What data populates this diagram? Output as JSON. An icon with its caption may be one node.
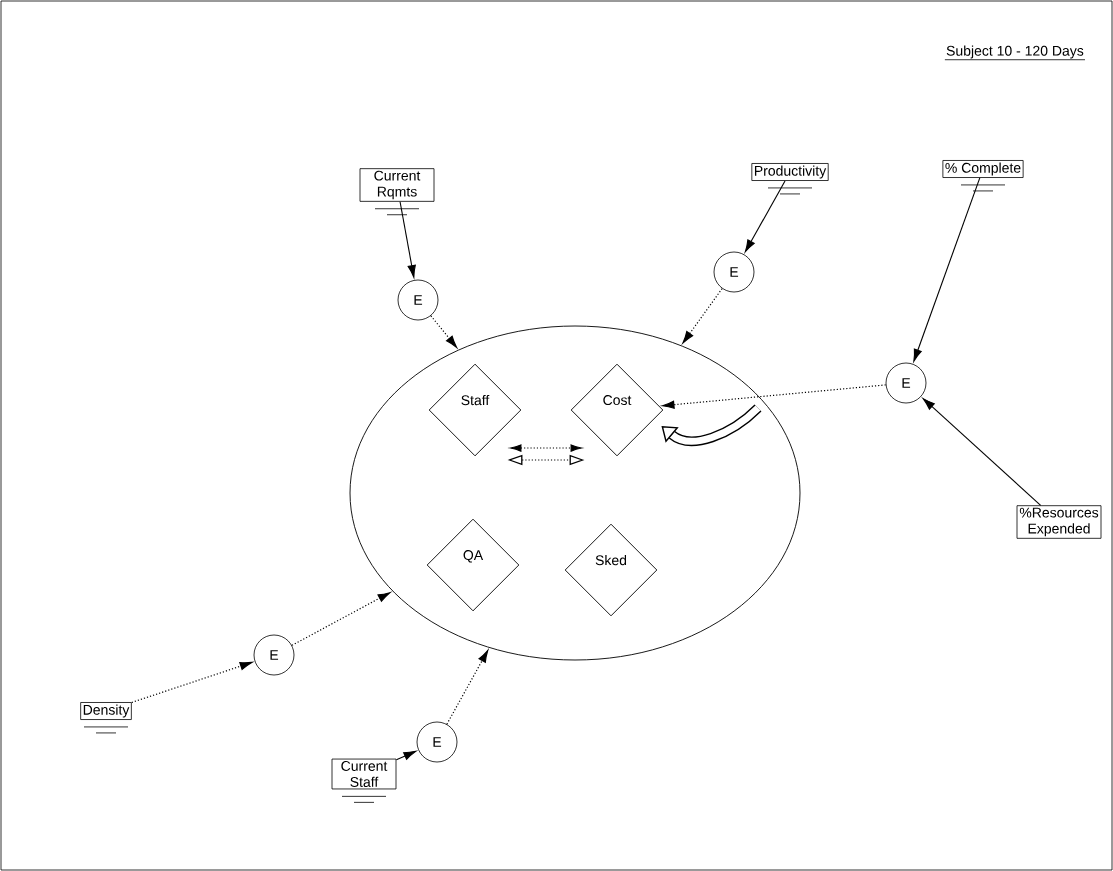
{
  "diagram": {
    "title": "Subject 10 - 120 Days",
    "nodes": [
      {
        "text": [],
        "shape": "circle"
      },
      {
        "text": [
          "Staff"
        ],
        "in": 0
      },
      {
        "text": [
          "Cost"
        ],
        "in": 0
      },
      {
        "text": [
          "QA"
        ],
        "in": 0
      },
      {
        "text": [
          "Sked"
        ],
        "in": 0
      },
      {
        "text": [
          "Current Rqmts"
        ]
      },
      {
        "text": [
          "E"
        ]
      },
      {
        "text": [
          "Productivity"
        ]
      },
      {
        "text": [
          "E"
        ]
      },
      {
        "text": [
          "% Complete"
        ]
      },
      {
        "text": [
          "E"
        ]
      },
      {
        "text": [
          "%Resources Expended"
        ]
      },
      {
        "text": [
          "Density"
        ]
      },
      {
        "text": [
          "E"
        ]
      },
      {
        "text": [
          "Current Staff"
        ]
      },
      {
        "text": [
          "E"
        ]
      }
    ],
    "edges": [
      {
        "from": 5,
        "to": 6,
        "arrow": "to"
      },
      {
        "from": 6,
        "to": 0,
        "arrow": "to",
        "style": "dashed"
      },
      {
        "from": 7,
        "to": 8,
        "arrow": "to"
      },
      {
        "from": 8,
        "to": 0,
        "arrow": "to",
        "style": "dashed"
      },
      {
        "from": 9,
        "to": 10,
        "arrow": "to"
      },
      {
        "from": 11,
        "to": 10,
        "arrow": "to"
      },
      {
        "from": 10,
        "to": 2,
        "arrow": "to",
        "style": "dashed"
      },
      {
        "from": 12,
        "to": 13,
        "arrow": "to",
        "style": "dashed"
      },
      {
        "from": 13,
        "to": 0,
        "arrow": "to",
        "style": "dashed"
      },
      {
        "from": 14,
        "to": 15,
        "arrow": "to"
      },
      {
        "from": 15,
        "to": 0,
        "arrow": "to",
        "style": "dashed"
      },
      {
        "from": 1,
        "to": 2,
        "arrow": "both",
        "style": "dashed"
      },
      {
        "from": 1,
        "to": 2,
        "arrow": "both",
        "style": "dashed"
      },
      {
        "from": null,
        "to": 2,
        "arrow": "to",
        "style": "thick"
      }
    ]
  }
}
